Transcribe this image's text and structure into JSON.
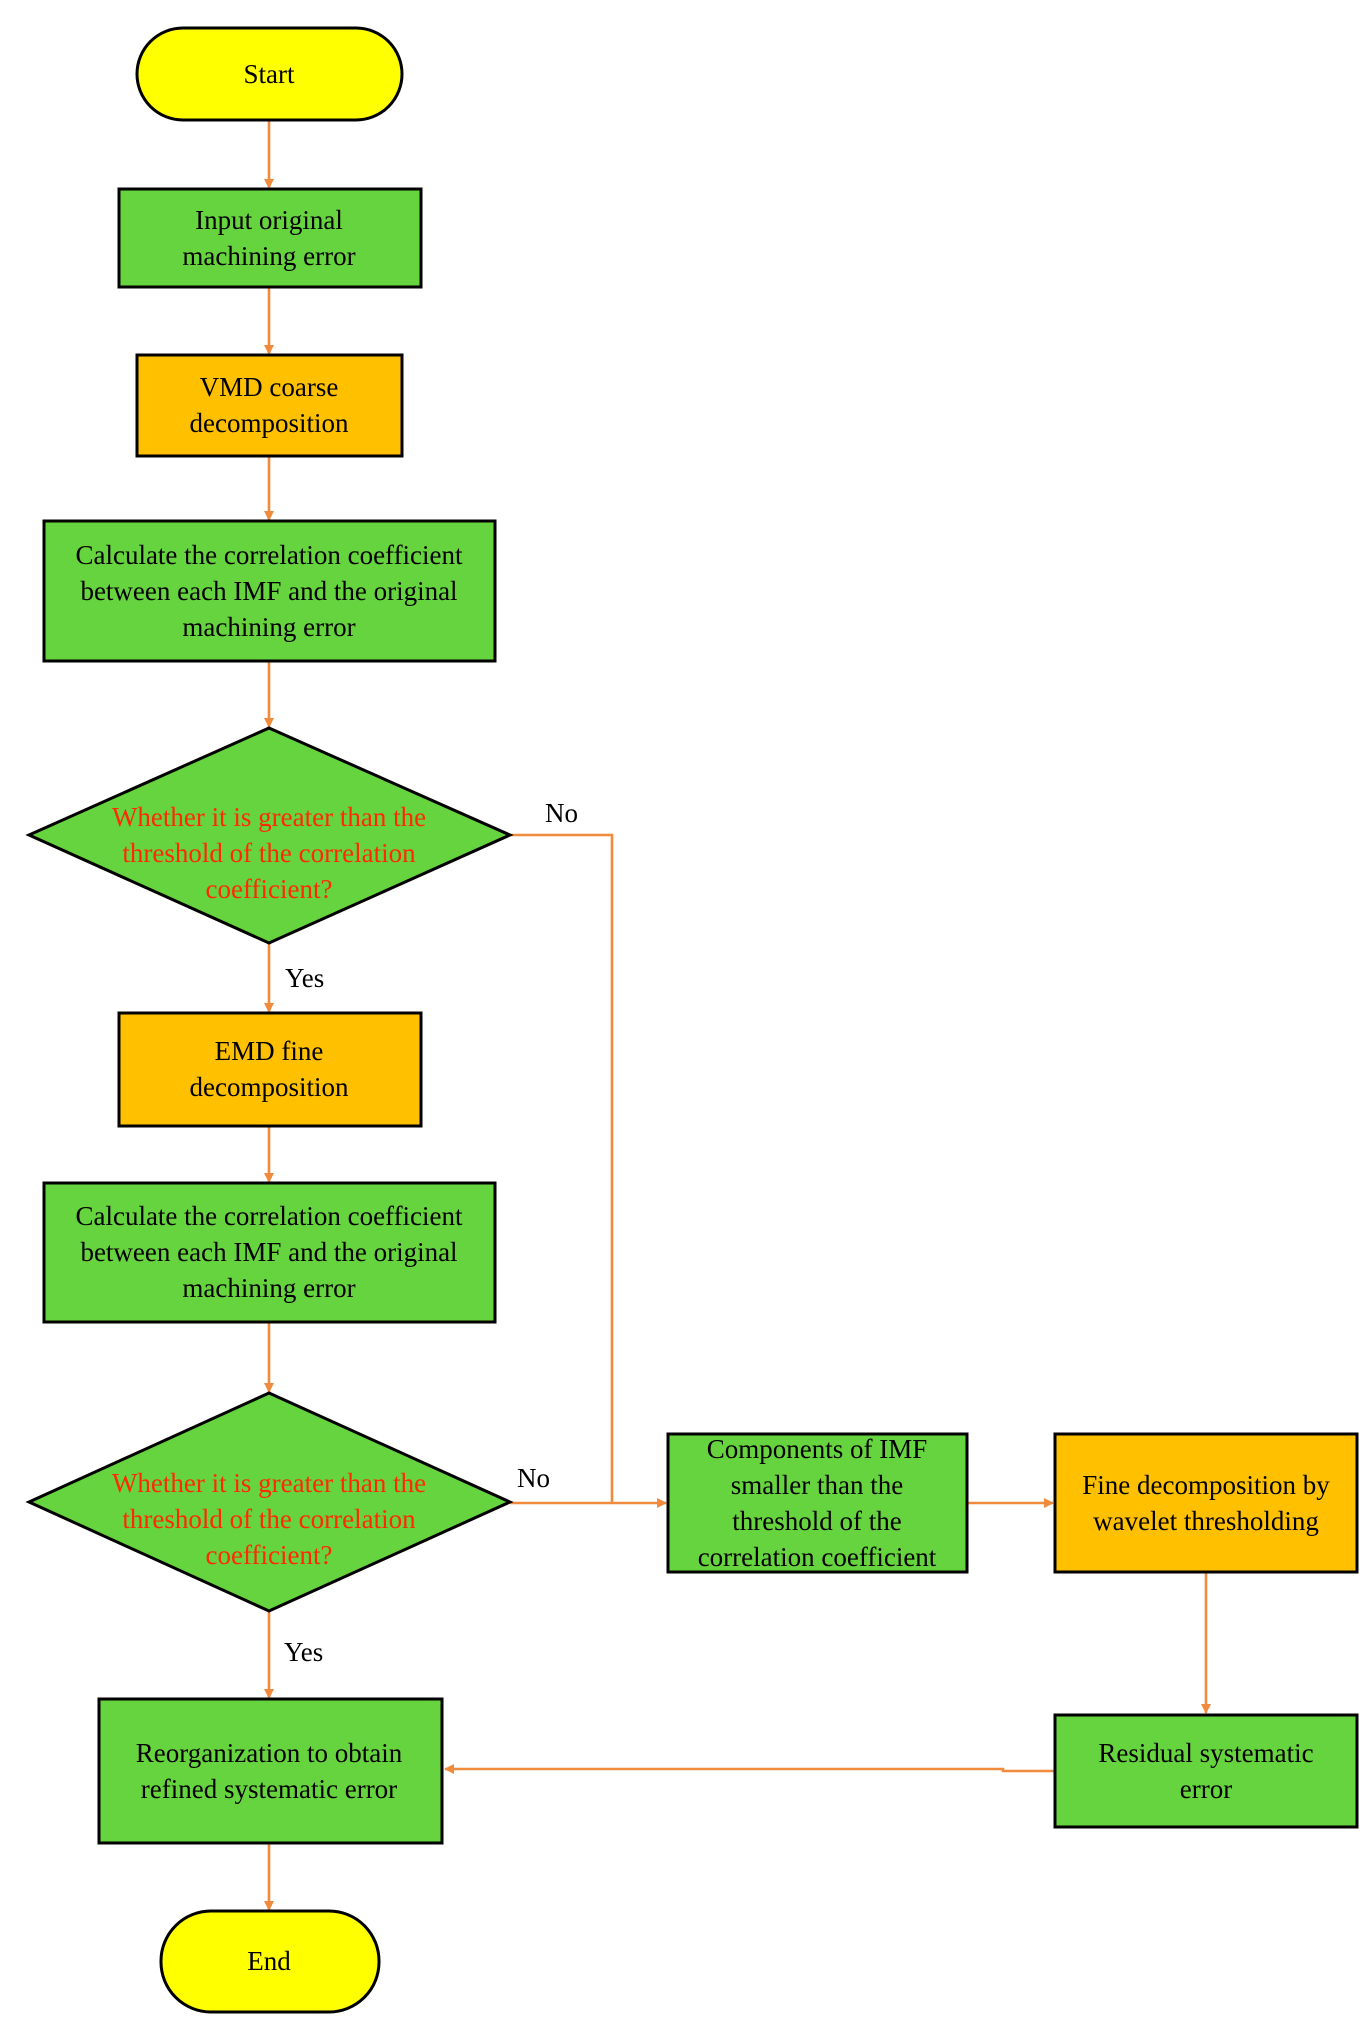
{
  "colors": {
    "terminal": "#ffff00",
    "process_green": "#66d43e",
    "process_orange": "#ffc000",
    "decision": "#66d43e",
    "decision_text": "#ff2a00",
    "edge": "#f08a3c"
  },
  "nodes": {
    "start": {
      "lines": [
        "Start"
      ]
    },
    "input": {
      "lines": [
        "Input original",
        "machining error"
      ]
    },
    "vmd": {
      "lines": [
        "VMD coarse",
        "decomposition"
      ]
    },
    "calc1": {
      "lines": [
        "Calculate the correlation coefficient",
        "between each IMF and the original",
        "machining error"
      ]
    },
    "decision1": {
      "lines": [
        "Whether it is greater than the",
        "threshold of the correlation",
        "coefficient?"
      ]
    },
    "emd": {
      "lines": [
        "EMD fine",
        "decomposition"
      ]
    },
    "calc2": {
      "lines": [
        "Calculate the correlation coefficient",
        "between each IMF and the original",
        "machining error"
      ]
    },
    "decision2": {
      "lines": [
        "Whether it is greater than the",
        "threshold of the correlation",
        "coefficient?"
      ]
    },
    "components": {
      "lines": [
        "Components of IMF",
        "smaller than the",
        "threshold of the",
        "correlation coefficient"
      ]
    },
    "wavelet": {
      "lines": [
        "Fine decomposition by",
        "wavelet thresholding"
      ]
    },
    "reorg": {
      "lines": [
        "Reorganization to obtain",
        "refined systematic error"
      ]
    },
    "residual": {
      "lines": [
        "Residual systematic",
        "error"
      ]
    },
    "end": {
      "lines": [
        "End"
      ]
    }
  },
  "edge_labels": {
    "d1_no": "No",
    "d1_yes": "Yes",
    "d2_no": "No",
    "d2_yes": "Yes"
  }
}
